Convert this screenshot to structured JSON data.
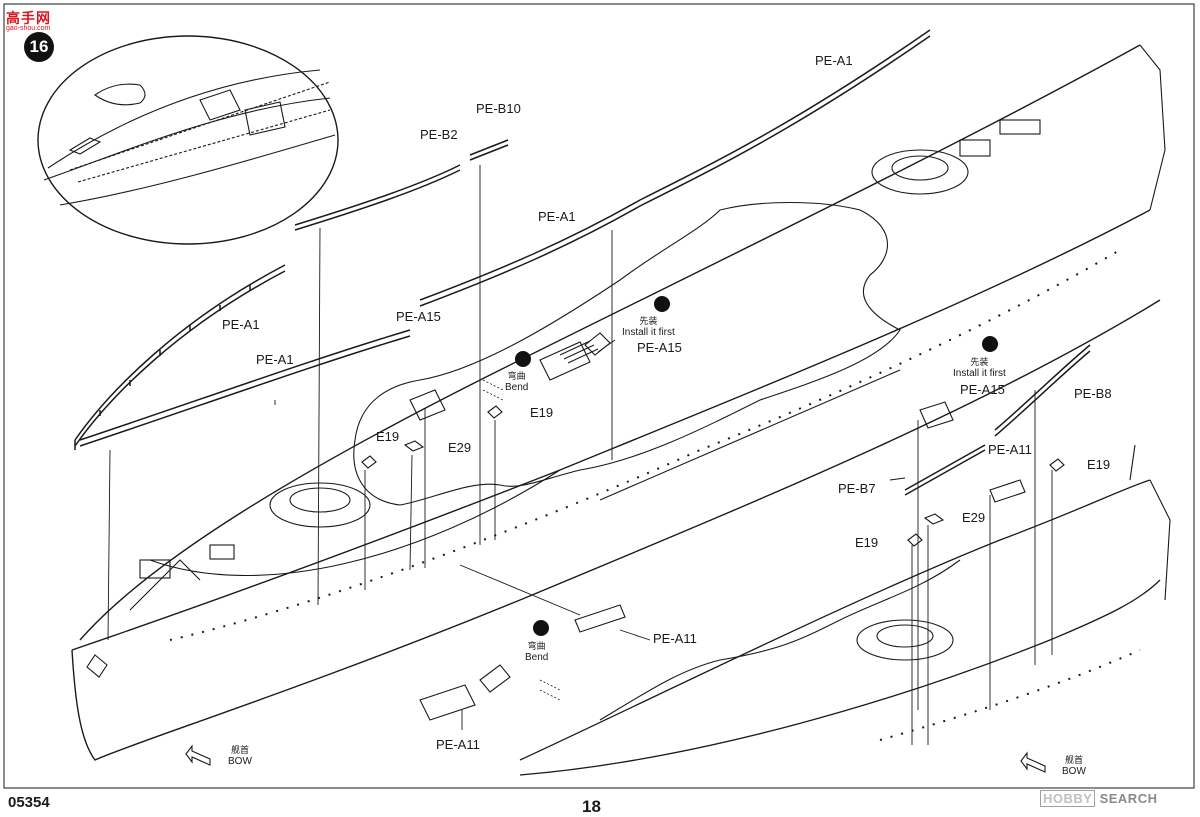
{
  "header": {
    "site_logo_text": "高手网",
    "site_subtext": "gao-shou.com",
    "step_number": "16"
  },
  "footer": {
    "product_number": "05354",
    "page_number": "18",
    "watermark_brand": "HOBBY",
    "watermark_text": "SEARCH"
  },
  "part_labels": {
    "pe_a1_top": "PE-A1",
    "pe_b10": "PE-B10",
    "pe_b2": "PE-B2",
    "pe_a1_mid": "PE-A1",
    "pe_a1_left1": "PE-A1",
    "pe_a1_left2": "PE-A1",
    "pe_a15_left": "PE-A15",
    "pe_a15_detail": "PE-A15",
    "e19_center": "E19",
    "e19_left": "E19",
    "e29_left": "E29",
    "pe_a11_detail": "PE-A11",
    "pe_a11_bottom": "PE-A11",
    "pe_a15_right": "PE-A15",
    "pe_b8": "PE-B8",
    "pe_a11_right": "PE-A11",
    "e19_right": "E19",
    "pe_b7": "PE-B7",
    "e29_right": "E29",
    "e19_right2": "E19"
  },
  "notes": {
    "install_first_cn": "先装",
    "install_first_en": "Install it first",
    "bend_cn": "弯曲",
    "bend_en": "Bend",
    "bow_cn": "舰首",
    "bow_en": "BOW"
  },
  "colors": {
    "line": "#1a1a1a",
    "logo_red": "#d8161f",
    "watermark_gray": "#8a8a8a"
  }
}
